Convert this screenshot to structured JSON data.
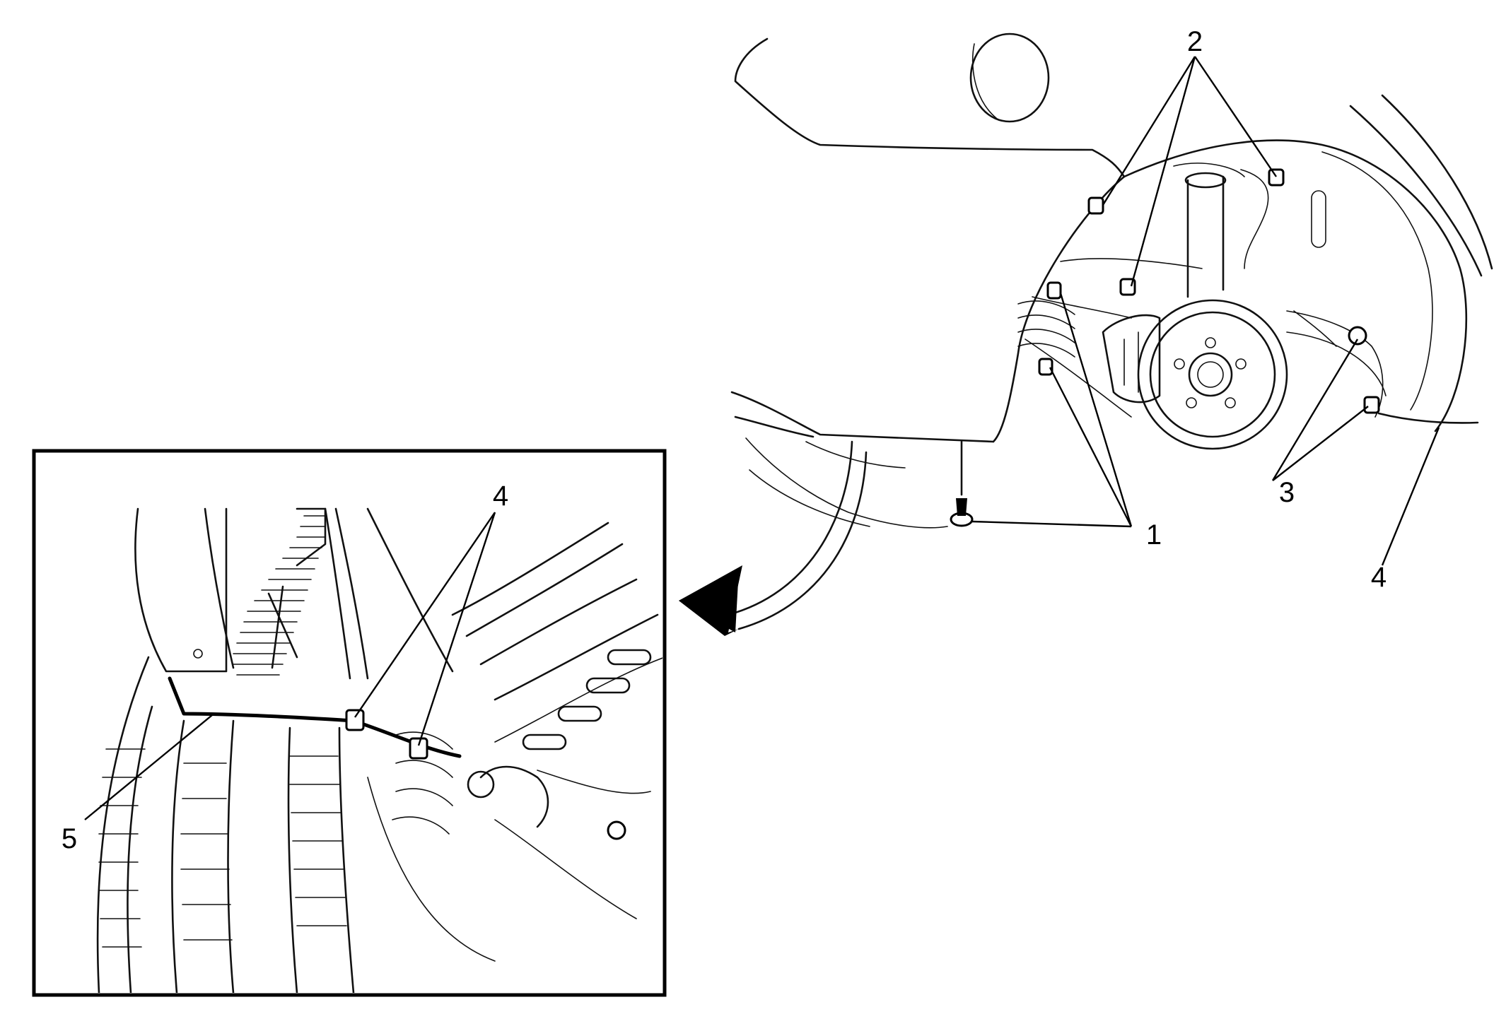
{
  "diagram": {
    "callouts": {
      "main_1": "1",
      "main_2": "2",
      "main_3": "3",
      "main_4": "4",
      "detail_4": "4",
      "detail_5": "5"
    },
    "colors": {
      "line": "#111111",
      "background": "#ffffff"
    },
    "icons": [
      "arrow-curved-icon"
    ]
  }
}
